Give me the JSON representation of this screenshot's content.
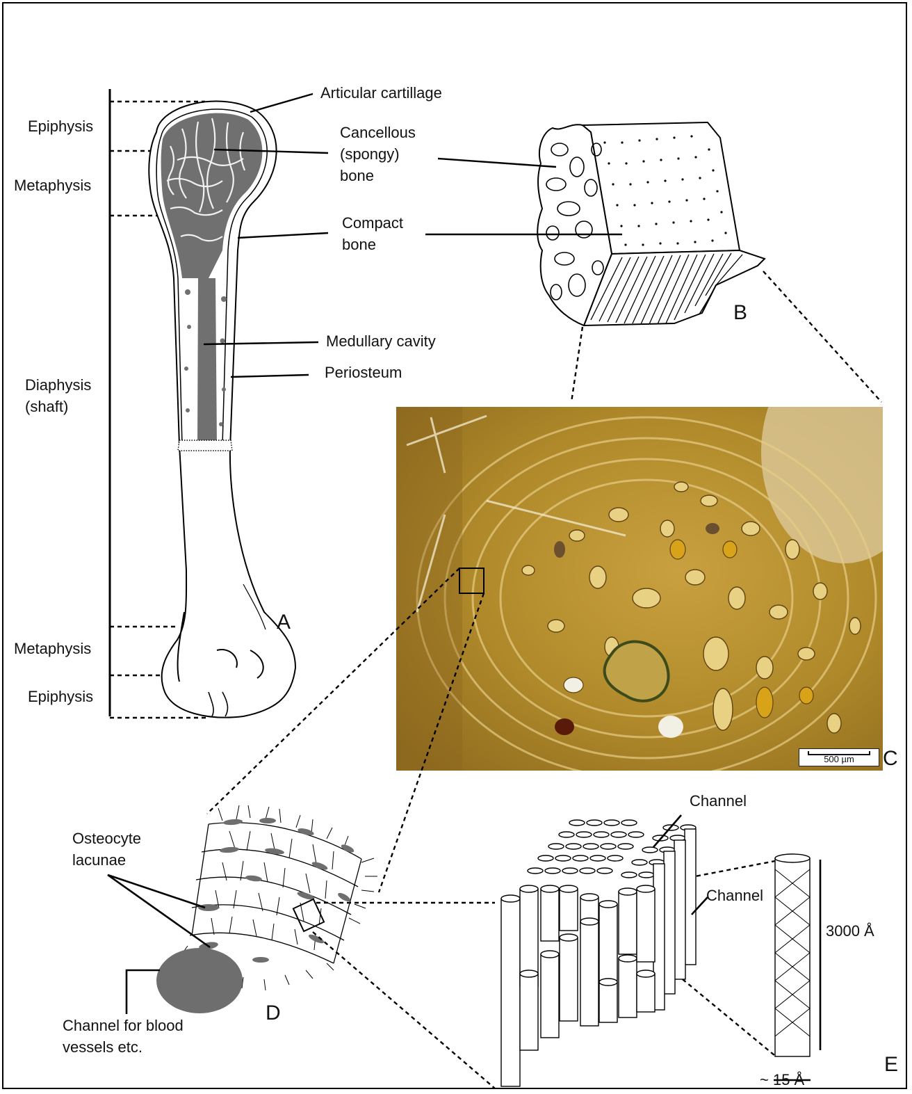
{
  "labels": {
    "articular_cartilage": "Articular cartillage",
    "cancellous": "Cancellous\n(spongy)\nbone",
    "compact": "Compact\nbone",
    "medullary": "Medullary cavity",
    "periosteum": "Periosteum",
    "epiphysis_top": "Epiphysis",
    "metaphysis_top": "Metaphysis",
    "diaphysis": "Diaphysis\n(shaft)",
    "metaphysis_bottom": "Metaphysis",
    "epiphysis_bottom": "Epiphysis",
    "osteocyte": "Osteocyte\nlacunae",
    "channel_blood": "Channel for blood\nvessels etc.",
    "channel_1": "Channel",
    "channel_2": "Channel",
    "length": "3000 Å",
    "width": "~ 15 Å",
    "scale_bar": "500 µm"
  },
  "panels": {
    "A": "A",
    "B": "B",
    "C": "C",
    "D": "D",
    "E": "E"
  },
  "colors": {
    "bone_fill": "#6e6e6e",
    "micrograph_base": "#b48a2c",
    "micrograph_light": "#e2c577",
    "micrograph_dark": "#6b4a14",
    "line": "#000000"
  }
}
